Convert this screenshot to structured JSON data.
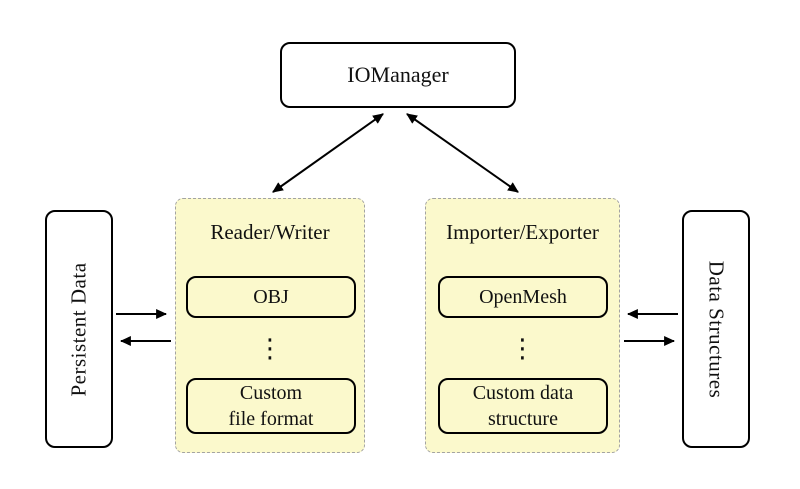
{
  "colors": {
    "background": "#ffffff",
    "group_fill": "#fbf9cc",
    "group_border": "#a3a3a3",
    "node_border": "#000000",
    "text": "#111111"
  },
  "nodes": {
    "iomanager": {
      "label": "IOManager"
    },
    "persistent_data": {
      "label": "Persistent Data"
    },
    "data_structures": {
      "label": "Data Structures"
    },
    "reader_writer": {
      "title": "Reader/Writer",
      "items": [
        {
          "label": "OBJ"
        },
        {
          "label": "⋮"
        },
        {
          "label": "Custom\nfile format"
        }
      ]
    },
    "importer_exporter": {
      "title": "Importer/Exporter",
      "items": [
        {
          "label": "OpenMesh"
        },
        {
          "label": "⋮"
        },
        {
          "label": "Custom data\nstructure"
        }
      ]
    }
  },
  "edges": [
    {
      "from": "IOManager",
      "to": "Reader/Writer",
      "direction": "bidirectional"
    },
    {
      "from": "IOManager",
      "to": "Importer/Exporter",
      "direction": "bidirectional"
    },
    {
      "from": "Persistent Data",
      "to": "Reader/Writer",
      "direction": "one-way"
    },
    {
      "from": "Reader/Writer",
      "to": "Persistent Data",
      "direction": "one-way"
    },
    {
      "from": "Data Structures",
      "to": "Importer/Exporter",
      "direction": "one-way"
    },
    {
      "from": "Importer/Exporter",
      "to": "Data Structures",
      "direction": "one-way"
    }
  ]
}
